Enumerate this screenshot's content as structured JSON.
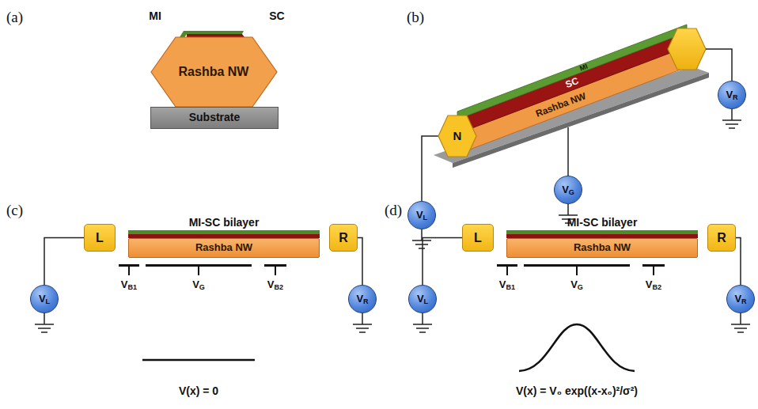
{
  "diagram": {
    "nodes": [
      {
        "text": [
          "Rashba NW"
        ]
      },
      {
        "text": [
          "Substrate"
        ]
      },
      {
        "text": [
          "N"
        ]
      },
      {
        "text": [
          "VL"
        ]
      },
      {
        "text": [
          "VG"
        ]
      },
      {
        "text": [
          "VR"
        ]
      },
      {
        "text": [
          "L"
        ]
      },
      {
        "text": [
          "Rashba NW"
        ]
      },
      {
        "text": [
          "R"
        ]
      },
      {
        "text": [
          "VL"
        ]
      },
      {
        "text": [
          "VR"
        ]
      },
      {
        "text": [
          "L"
        ]
      },
      {
        "text": [
          "Rashba NW"
        ]
      },
      {
        "text": [
          "R"
        ]
      },
      {
        "text": [
          "VL"
        ]
      },
      {
        "text": [
          "VR"
        ]
      }
    ],
    "edges": [
      {
        "from": 3,
        "to": 2,
        "arrow": "none"
      },
      {
        "from": 9,
        "to": 6,
        "arrow": "none"
      },
      {
        "from": 10,
        "to": 8,
        "arrow": "none"
      },
      {
        "from": 14,
        "to": 11,
        "arrow": "none"
      },
      {
        "from": 15,
        "to": 13,
        "arrow": "none"
      }
    ],
    "labels": [
      "(a)",
      "MI",
      "SC",
      "(b)",
      "MI",
      "SC",
      "Rashba NW",
      "(c)",
      "MI-SC bilayer",
      "VB1",
      "VG",
      "VB2",
      "V(x) = 0",
      "(d)",
      "MI-SC bilayer",
      "VB1",
      "VG",
      "VB2",
      "V(x) = V₀ exp((x-x₀)²/σ²)"
    ]
  }
}
